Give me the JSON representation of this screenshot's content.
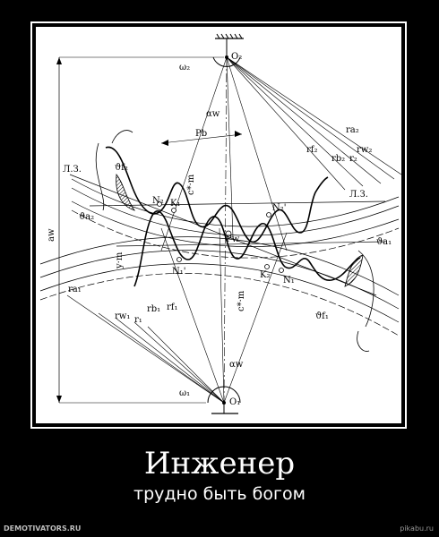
{
  "poster": {
    "title": "Инженер",
    "subtitle": "трудно быть богом",
    "watermark_left": "DEMOTIVATORS.RU",
    "watermark_right": "pikabu.ru"
  },
  "drawing": {
    "labels": {
      "o2": "O₂",
      "o1": "O₁",
      "omega2": "ω₂",
      "omega1": "ω₁",
      "alpha_w_top": "αw",
      "alpha_w_bottom": "αw",
      "pb": "Pb",
      "lz_left": "Л.З.",
      "lz_right": "Л.З.",
      "theta_f_left": "ϑf₂",
      "theta_a_left": "ϑa₂",
      "theta_a_right": "ϑa₁",
      "theta_f_right": "ϑf₁",
      "n2": "N₂",
      "k1": "K₁",
      "n2p": "N₂'",
      "pw": "Pw",
      "n1p": "N₁'",
      "k2": "K₂",
      "n1": "N₁",
      "cm_top": "c*·m",
      "cm_bottom": "c*·m",
      "ym": "y·m",
      "aw": "aw",
      "ra2": "ra₂",
      "rw2": "rw₂",
      "rf2": "rf₂",
      "rb2": "rb₂",
      "r2": "r₂",
      "ra1": "ra₁",
      "rw1": "rw₁",
      "r1": "r₁",
      "rb1": "rb₁",
      "rf1": "rf₁"
    }
  }
}
